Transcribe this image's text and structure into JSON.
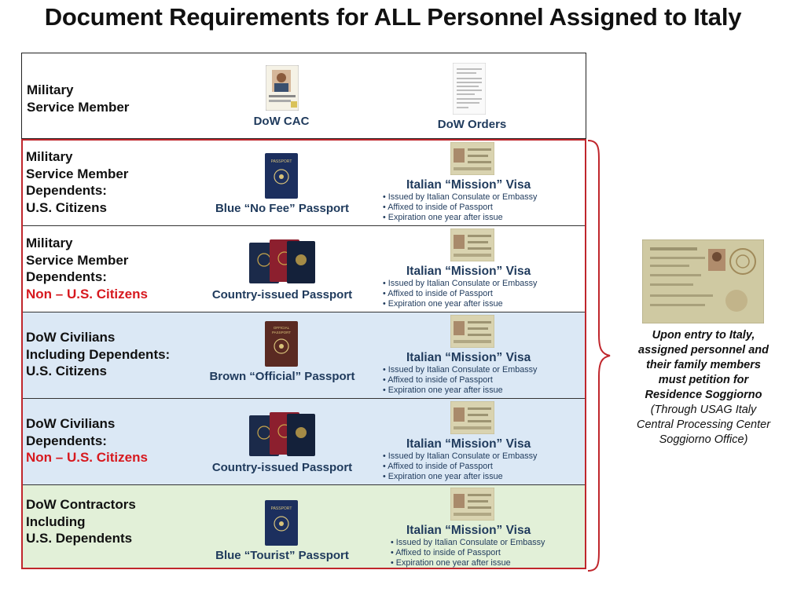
{
  "title": "Document Requirements for ALL Personnel Assigned to Italy",
  "rows": [
    {
      "label": [
        "Military",
        "Service Member"
      ],
      "red_line": "",
      "doc": "DoW CAC",
      "doc2": "DoW Orders"
    },
    {
      "label": [
        "Military",
        "Service Member",
        "Dependents:",
        "U.S. Citizens"
      ],
      "red_line": "",
      "doc": "Blue “No Fee” Passport"
    },
    {
      "label": [
        "Military",
        "Service Member",
        "Dependents:"
      ],
      "red_line": "Non – U.S. Citizens",
      "doc": "Country-issued Passport"
    },
    {
      "label": [
        "DoW Civilians",
        "Including Dependents:",
        "U.S. Citizens"
      ],
      "red_line": "",
      "doc": "Brown “Official” Passport"
    },
    {
      "label": [
        "DoW Civilians",
        "Dependents:"
      ],
      "red_line": "Non – U.S. Citizens",
      "doc": "Country-issued Passport"
    },
    {
      "label": [
        "DoW Contractors",
        "Including",
        "U.S. Dependents"
      ],
      "red_line": "",
      "doc": "Blue “Tourist” Passport"
    }
  ],
  "visa": {
    "title": "Italian “Mission” Visa",
    "bullets": [
      "Issued by Italian Consulate or Embassy",
      "Affixed to inside of Passport",
      "Expiration one year after issue"
    ]
  },
  "side_note": {
    "bold_lines": [
      "Upon entry to Italy,",
      "assigned personnel and",
      "their family members",
      "must petition for",
      "Residence Soggiorno"
    ],
    "italic_lines": [
      "(Through USAG Italy",
      "Central Processing Center",
      "Soggiorno Office)"
    ]
  },
  "colors": {
    "red": "#d7191f",
    "navy": "#1f3a5c",
    "blue_row": "#dbe8f5",
    "green_row": "#e2f0d8"
  }
}
